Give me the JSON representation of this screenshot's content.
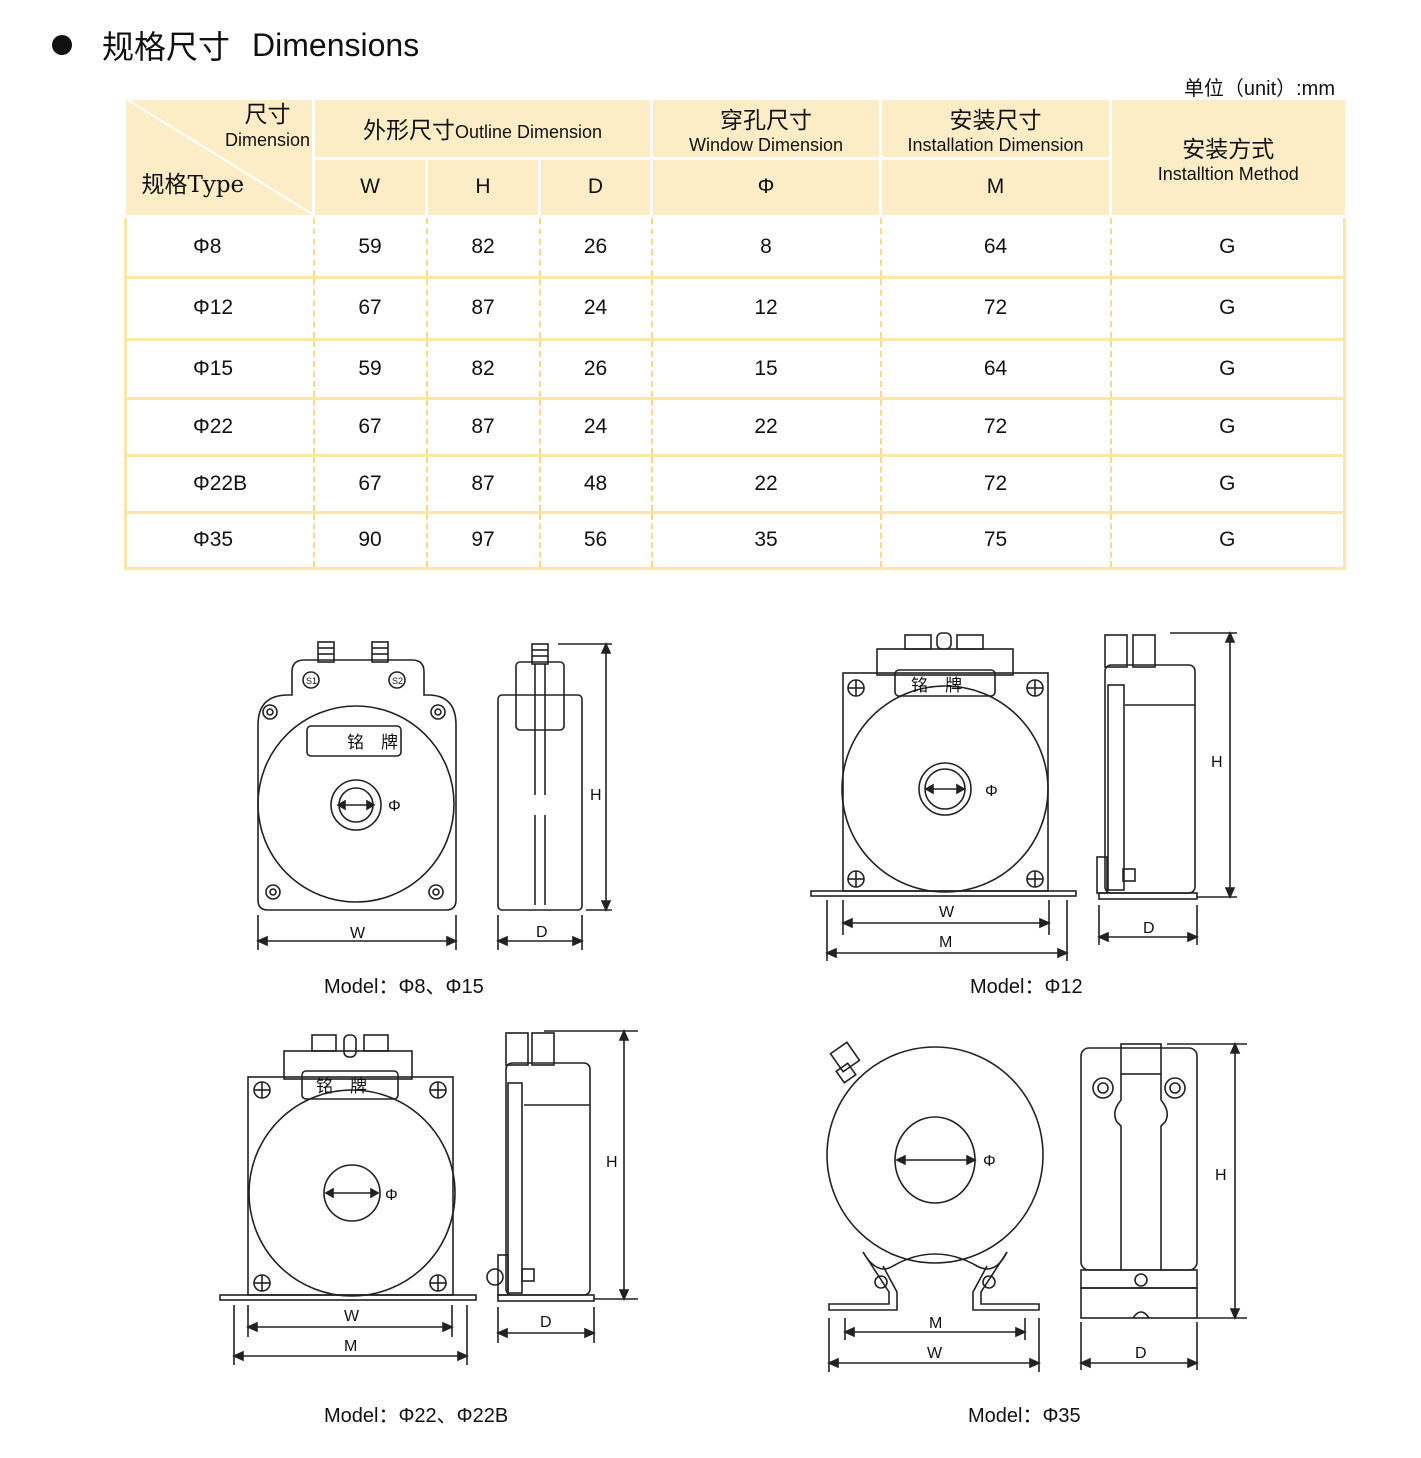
{
  "header": {
    "title_cn": "规格尺寸",
    "title_en": "Dimensions",
    "unit": "单位（unit）:mm"
  },
  "table": {
    "corner_dim_cn": "尺寸",
    "corner_dim_en": "Dimension",
    "corner_type": "规格Type",
    "outline_cn": "外形尺寸",
    "outline_en": "Outline Dimension",
    "window_cn": "穿孔尺寸",
    "window_en": "Window Dimension",
    "install_cn": "安装尺寸",
    "install_en": "Installation Dimension",
    "method_cn": "安装方式",
    "method_en": "Installtion Method",
    "sub_w": "W",
    "sub_h": "H",
    "sub_d": "D",
    "sub_phi": "Φ",
    "sub_m": "M",
    "rows": [
      {
        "type": "Φ8",
        "w": "59",
        "h": "82",
        "d": "26",
        "phi": "8",
        "m": "64",
        "method": "G"
      },
      {
        "type": "Φ12",
        "w": "67",
        "h": "87",
        "d": "24",
        "phi": "12",
        "m": "72",
        "method": "G"
      },
      {
        "type": "Φ15",
        "w": "59",
        "h": "82",
        "d": "26",
        "phi": "15",
        "m": "64",
        "method": "G"
      },
      {
        "type": "Φ22",
        "w": "67",
        "h": "87",
        "d": "24",
        "phi": "22",
        "m": "72",
        "method": "G"
      },
      {
        "type": "Φ22B",
        "w": "67",
        "h": "87",
        "d": "48",
        "phi": "22",
        "m": "72",
        "method": "G"
      },
      {
        "type": "Φ35",
        "w": "90",
        "h": "97",
        "d": "56",
        "phi": "35",
        "m": "75",
        "method": "G"
      }
    ]
  },
  "drawings": {
    "nameplate": "铭　牌",
    "terminal_s1": "S1",
    "terminal_s2": "S2",
    "label_w": "W",
    "label_h": "H",
    "label_d": "D",
    "label_m": "M",
    "label_phi": "Φ",
    "captions": [
      "Model：Φ8、Φ15",
      "Model：Φ12",
      "Model：Φ22、Φ22B",
      "Model：Φ35"
    ]
  },
  "colors": {
    "header_bg": "#fdedc6",
    "row_line": "#fde6a8",
    "dash_line": "#fbd98a"
  }
}
